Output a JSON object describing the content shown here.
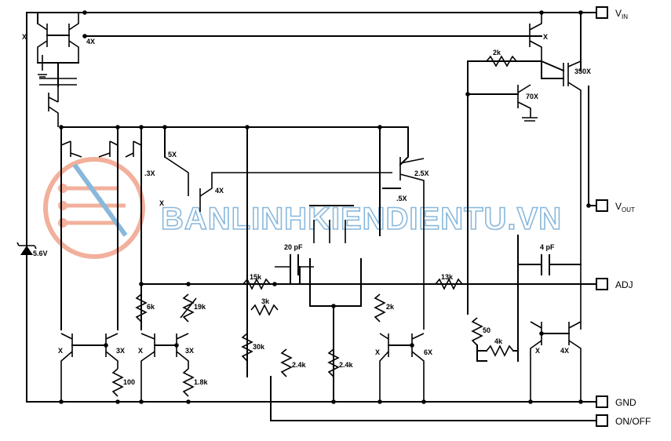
{
  "pins": {
    "vin": {
      "main": "V",
      "sub": "IN"
    },
    "vout": {
      "main": "V",
      "sub": "OUT"
    },
    "adj": "ADJ",
    "gnd": "GND",
    "onoff": "ON/OFF"
  },
  "resistors": {
    "r_2k_top": "2k",
    "r_15k": "15k",
    "r_3k": "3k",
    "r_30k": "30k",
    "r_2_4k_a": "2.4k",
    "r_2_4k_b": "2.4k",
    "r_13k": "13k",
    "r_2k_mid": "2k",
    "r_6k": "6k",
    "r_19k": "19k",
    "r_1_8k": "1.8k",
    "r_100": "100",
    "r_50": "50",
    "r_4k": "4k"
  },
  "capacitors": {
    "c_20pf": "20 pF",
    "c_4pf": "4 pF"
  },
  "zener": "5.6V",
  "ratios": {
    "x_tl": "X",
    "x4_top": "4X",
    "x_top_right": "X",
    "x350": "350X",
    "x70": "70X",
    "x5": "5X",
    "x3_a": ".3X",
    "x4_mid": "4X",
    "x_mid": "X",
    "x2_5": "2.5X",
    "x_5": ".5X",
    "x_bl": "X",
    "x3_bl": "3X",
    "x_b2": "X",
    "x3_b2": "3X",
    "x_b3": "X",
    "x6": "6X",
    "x_br": "X",
    "x4_br": "4X"
  },
  "watermark": "BANLINHKIENDIENTU.VN"
}
